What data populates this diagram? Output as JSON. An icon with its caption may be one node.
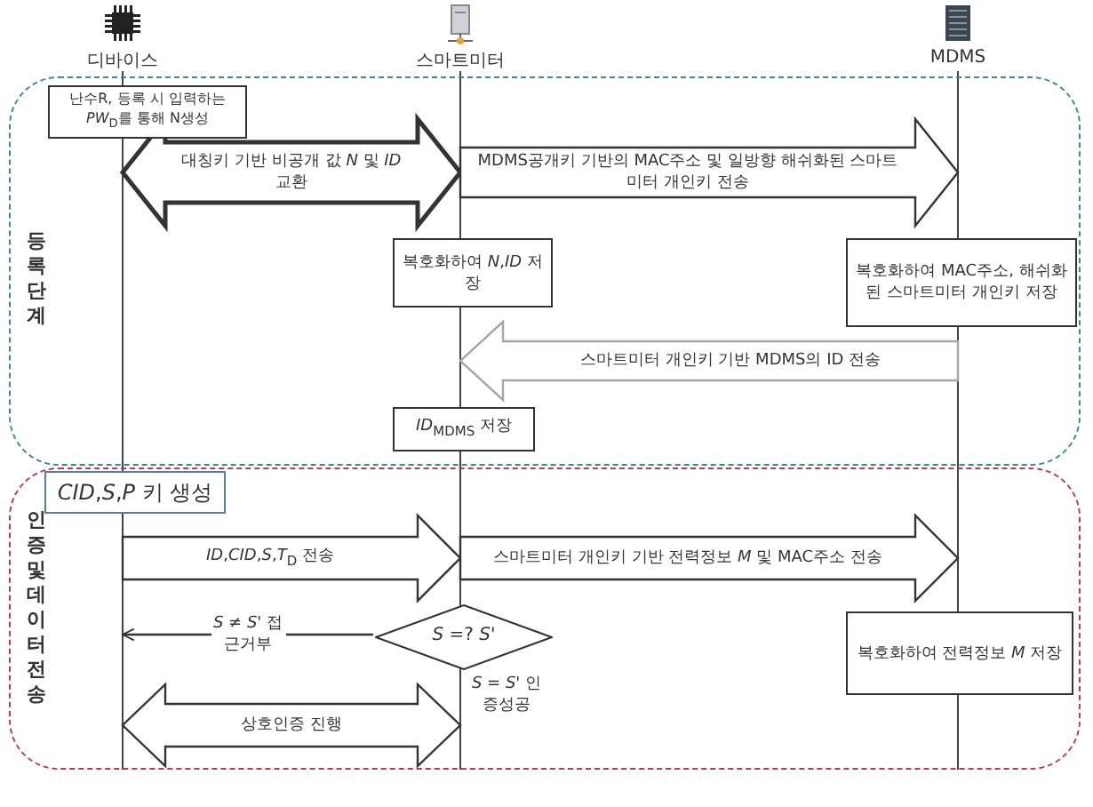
{
  "diagram": {
    "nodes": [
      {
        "text": [
          "디바이스"
        ]
      },
      {
        "text": [
          "스마트미터"
        ]
      },
      {
        "text": [
          "MDMS"
        ]
      },
      {
        "text": [
          "등록단계"
        ]
      },
      {
        "text": [
          "난수R, 등록 시 입력하는 *PW*$_{D}$를 통해 N생성"
        ],
        "in": 3
      },
      {
        "text": [
          "복호화하여 *N*,*ID* 저장"
        ],
        "in": 3
      },
      {
        "text": [
          "복호화하여 MAC주소, 해쉬화된 스마트미터 개인키 저장"
        ],
        "in": 3
      },
      {
        "text": [
          "*ID*$_{MDMS}$ 저장"
        ],
        "in": 3
      },
      {
        "text": [
          "인증 및 데이터 전송"
        ]
      },
      {
        "text": [
          "*CID*,*S*,*P* 키 생성"
        ],
        "in": 8
      },
      {
        "text": [
          "*S* =? *S'*"
        ],
        "in": 8,
        "beside": [
          "*S* = *S'* 인증성공"
        ]
      },
      {
        "text": [
          "복호화하여 전력정보 *M* 저장"
        ],
        "in": 8
      }
    ],
    "edges": [
      {
        "from": 0,
        "to": 1,
        "arrow": "both",
        "label": "대칭키 기반 비공개 값 *N* 및 *ID* 교환",
        "style": "thick"
      },
      {
        "from": 1,
        "to": 2,
        "arrow": "to",
        "label": "MDMS공개키 기반의 MAC주소 및 일방향 해쉬화된 스마트미터 개인키 전송"
      },
      {
        "from": 2,
        "to": 1,
        "arrow": "to",
        "label": "스마트미터 개인키 기반 MDMS의 ID 전송",
        "color": "#a6a6a6"
      },
      {
        "from": 0,
        "to": 1,
        "arrow": "to",
        "label": "*ID*,*CID*,*S*,*T*$_{D}$ 전송"
      },
      {
        "from": 1,
        "to": 2,
        "arrow": "to",
        "label": "스마트미터 개인키 기반 전력정보 *M* 및 MAC주소 전송"
      },
      {
        "from": 10,
        "to": 0,
        "arrow": "to",
        "label": "*S* ≠ *S'* 접근거부"
      },
      {
        "from": 0,
        "to": 1,
        "arrow": "both",
        "label": "상호인증 진행"
      }
    ]
  }
}
